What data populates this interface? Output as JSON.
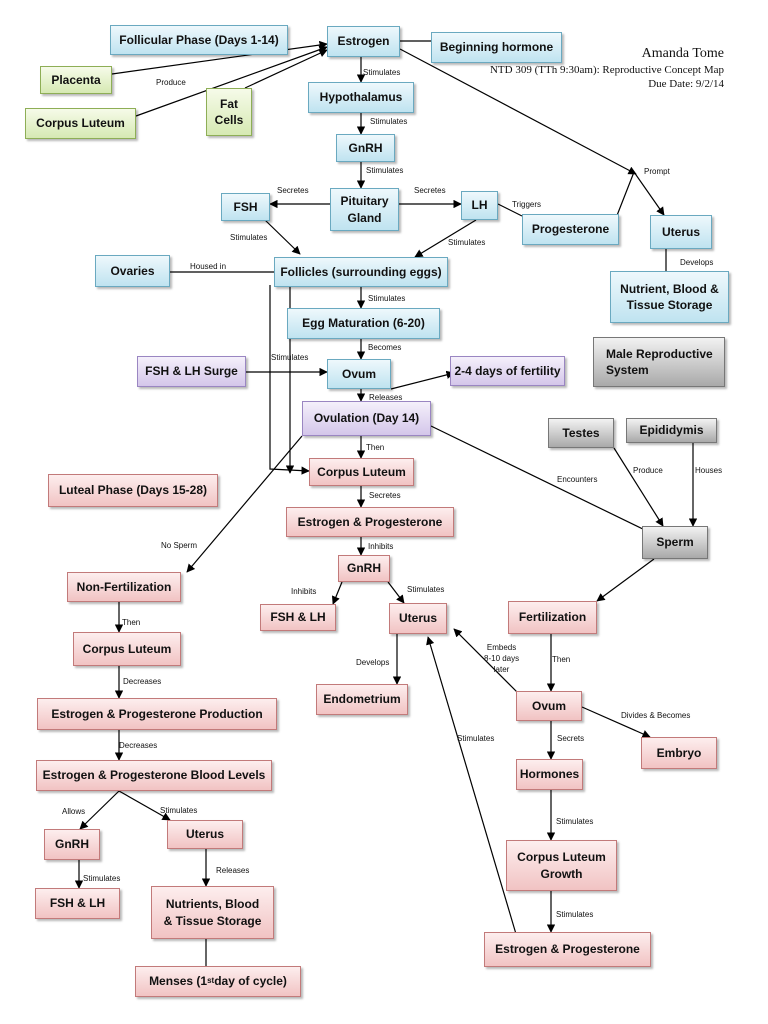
{
  "header": {
    "author": "Amanda Tome",
    "course": "NTD 309 (TTh 9:30am): Reproductive Concept Map",
    "due": "Due Date: 9/2/14"
  },
  "nodes": {
    "follicular_phase": "Follicular Phase (Days 1-14)",
    "estrogen": "Estrogen",
    "beginning_hormone": "Beginning hormone",
    "placenta": "Placenta",
    "corpus_luteum_top": "Corpus Luteum",
    "fat_cells": "Fat\nCells",
    "hypothalamus": "Hypothalamus",
    "gnrh_top": "GnRH",
    "pituitary": "Pituitary\nGland",
    "fsh_top": "FSH",
    "lh_top": "LH",
    "progesterone_top": "Progesterone",
    "uterus_top": "Uterus",
    "nutrient_storage_top": "Nutrient, Blood &\nTissue Storage",
    "ovaries": "Ovaries",
    "follicles": "Follicles (surrounding eggs)",
    "egg_maturation": "Egg Maturation (6-20)",
    "male_system": "Male Reproductive\nSystem",
    "fsh_lh_surge": "FSH & LH Surge",
    "ovum_mid": "Ovum",
    "fertility_days": "2-4 days of fertility",
    "ovulation": "Ovulation (Day 14)",
    "testes": "Testes",
    "epididymis": "Epididymis",
    "corpus_luteum_mid": "Corpus Luteum",
    "luteal_phase": "Luteal Phase (Days 15-28)",
    "estrogen_progesterone_mid": "Estrogen & Progesterone",
    "sperm": "Sperm",
    "gnrh_mid": "GnRH",
    "non_fertilization": "Non-Fertilization",
    "fsh_lh_mid": "FSH & LH",
    "uterus_mid": "Uterus",
    "fertilization": "Fertilization",
    "corpus_luteum_low": "Corpus Luteum",
    "endometrium": "Endometrium",
    "ovum_low": "Ovum",
    "ep_production": "Estrogen & Progesterone Production",
    "embryo": "Embryo",
    "ep_blood_levels": "Estrogen & Progesterone Blood Levels",
    "hormones": "Hormones",
    "gnrh_low": "GnRH",
    "uterus_low": "Uterus",
    "cl_growth": "Corpus Luteum\nGrowth",
    "fsh_lh_low": "FSH & LH",
    "nutrients_low": "Nutrients, Blood\n& Tissue Storage",
    "estrogen_progesterone_low": "Estrogen & Progesterone",
    "menses_before": "Menses (1",
    "menses_sup": "st",
    "menses_after": " day of cycle)"
  },
  "labels": {
    "produce": "Produce",
    "stimulates_hypothalamus": "Stimulates",
    "stimulates_gnrh": "Stimulates",
    "stimulates_pituitary": "Stimulates",
    "secretes_fsh": "Secretes",
    "secretes_lh": "Secretes",
    "triggers": "Triggers",
    "prompt": "Prompt",
    "stimulates_fsh": "Stimulates",
    "stimulates_lh": "Stimulates",
    "housed_in": "Housed in",
    "develops_top": "Develops",
    "stimulates_egg": "Stimulates",
    "becomes": "Becomes",
    "stimulates_surge": "Stimulates",
    "releases_top": "Releases",
    "then_top": "Then",
    "produce_testes": "Produce",
    "houses": "Houses",
    "encounters": "Encounters",
    "secretes_ep": "Secretes",
    "no_sperm": "No Sperm",
    "inhibits_gnrh": "Inhibits",
    "inhibits_fsh": "Inhibits",
    "stimulates_uterus_mid": "Stimulates",
    "then_mid": "Then",
    "then_right": "Then",
    "embeds": "Embeds\n8-10 days\nlater",
    "develops_mid": "Develops",
    "decreases_1": "Decreases",
    "divides": "Divides & Becomes",
    "decreases_2": "Decreases",
    "secrets": "Secrets",
    "stimulates_uterus_back": "Stimulates",
    "allows": "Allows",
    "stimulates_uterus_low": "Stimulates",
    "stimulates_clg": "Stimulates",
    "releases_low": "Releases",
    "stimulates_fsh_low": "Stimulates",
    "stimulates_ep_low": "Stimulates"
  }
}
